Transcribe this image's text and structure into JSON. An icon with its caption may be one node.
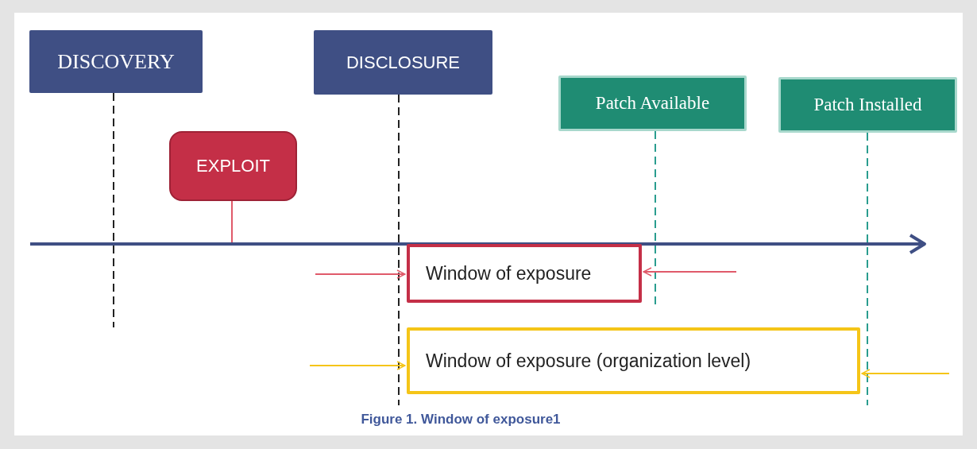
{
  "diagram": {
    "caption": "Figure 1. Window of exposure1",
    "nodes": [
      {
        "text": [
          "DISCOVERY"
        ]
      },
      {
        "text": [
          "DISCLOSURE"
        ]
      },
      {
        "text": [
          "Patch Available"
        ]
      },
      {
        "text": [
          "Patch Installed"
        ]
      },
      {
        "text": [
          "EXPLOIT"
        ]
      },
      {
        "text": [
          "Window of exposure"
        ]
      },
      {
        "text": [
          "Window of exposure (organization level)"
        ]
      }
    ],
    "edges": [
      {
        "from": 0,
        "to": null,
        "arrow": "none",
        "style": "dashed",
        "color": "#222222"
      },
      {
        "from": 1,
        "to": null,
        "arrow": "none",
        "style": "dashed",
        "color": "#222222"
      },
      {
        "from": 2,
        "to": null,
        "arrow": "none",
        "style": "dashed",
        "color": "#2a9d8f"
      },
      {
        "from": 3,
        "to": null,
        "arrow": "none",
        "style": "dashed",
        "color": "#2a9d8f"
      },
      {
        "from": 4,
        "to": null,
        "arrow": "none",
        "color": "#e05a6a"
      },
      {
        "from": null,
        "to": 5,
        "arrow": "to",
        "color": "#e05a6a"
      },
      {
        "from": null,
        "to": 5,
        "arrow": "to",
        "color": "#e05a6a"
      },
      {
        "from": null,
        "to": 6,
        "arrow": "to",
        "color": "#f5c518"
      },
      {
        "from": null,
        "to": 6,
        "arrow": "to",
        "color": "#f5c518"
      }
    ]
  }
}
